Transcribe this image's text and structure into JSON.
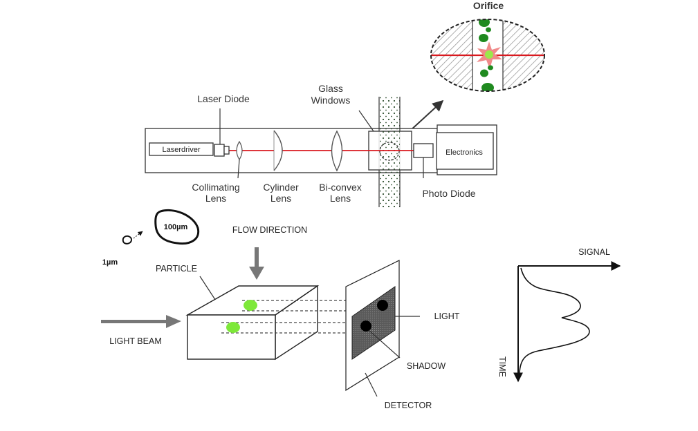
{
  "top_diagram": {
    "labels": {
      "orifice": "Orifice",
      "glass_windows_line1": "Glass",
      "glass_windows_line2": "Windows",
      "laser_diode": "Laser Diode",
      "laserdriver": "Laserdriver",
      "electronics": "Electronics",
      "collimating_line1": "Collimating",
      "collimating_line2": "Lens",
      "cylinder_line1": "Cylinder",
      "cylinder_line2": "Lens",
      "biconvex_line1": "Bi-convex",
      "biconvex_line2": "Lens",
      "photo_diode": "Photo Diode"
    },
    "colors": {
      "laser": "#d9191f",
      "particle": "#1f8a1f",
      "flash": "#f08a8a",
      "hit": "#9be84a",
      "hatch": "#9a9a9a"
    }
  },
  "bottom_diagram": {
    "labels": {
      "size_large": "100µm",
      "size_small": "1µm",
      "flow_direction": "FLOW DIRECTION",
      "particle": "PARTICLE",
      "light_beam": "LIGHT BEAM",
      "light": "LIGHT",
      "shadow": "SHADOW",
      "detector": "DETECTOR",
      "signal": "SIGNAL",
      "time": "TIME"
    },
    "colors": {
      "particle": "#7ee83a",
      "shadow_panel": "#555555",
      "arrow": "#777777"
    }
  }
}
